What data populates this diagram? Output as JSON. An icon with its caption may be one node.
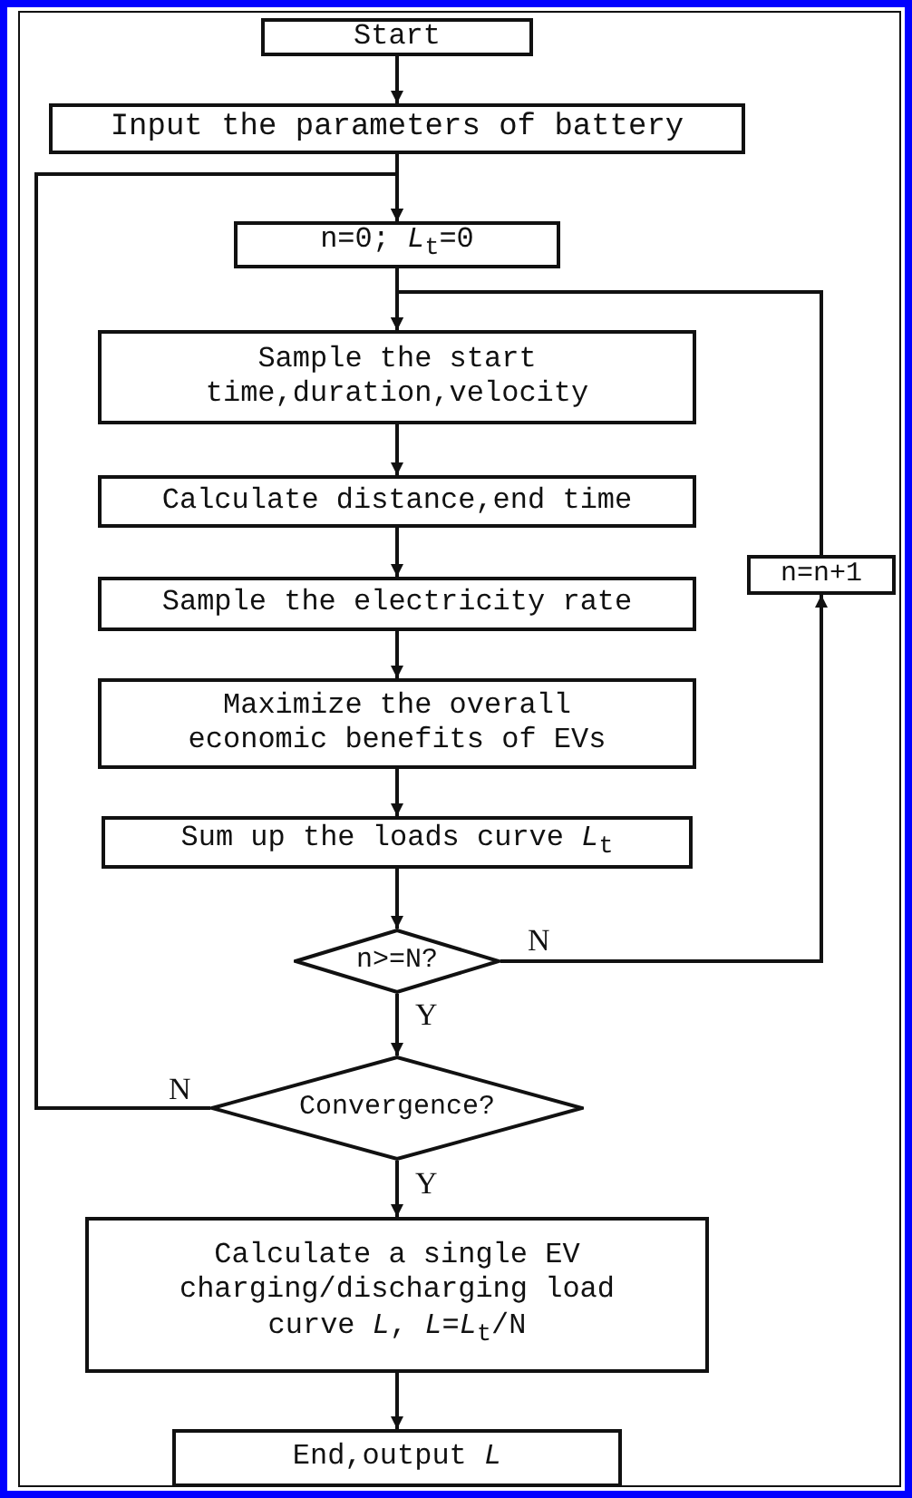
{
  "diagram": {
    "nodes": [
      {
        "text": [
          "Start"
        ]
      },
      {
        "text": [
          "Input the parameters of battery"
        ]
      },
      {
        "text": [
          "n=0; *L*$_{t}$=0"
        ]
      },
      {
        "text": [
          "Sample the start time,duration,velocity"
        ]
      },
      {
        "text": [
          "Calculate distance,end time"
        ]
      },
      {
        "text": [
          "Sample the electricity rate"
        ]
      },
      {
        "text": [
          "Maximize the overall economic benefits of EVs"
        ]
      },
      {
        "text": [
          "Sum up the loads curve *L*$_{t}$"
        ]
      },
      {
        "text": [
          "n>=N?"
        ]
      },
      {
        "text": [
          "n=n+1"
        ]
      },
      {
        "text": [
          "Convergence?"
        ]
      },
      {
        "text": [
          "Calculate a single EV charging/discharging load curve *L*, *L*=*L*$_{t}$/N"
        ]
      },
      {
        "text": [
          "End,output *L*"
        ]
      }
    ],
    "edges": [
      {
        "from": 0,
        "to": 1,
        "arrow": "to"
      },
      {
        "from": 1,
        "to": 2,
        "arrow": "to"
      },
      {
        "from": 2,
        "to": 3,
        "arrow": "to"
      },
      {
        "from": 3,
        "to": 4,
        "arrow": "to"
      },
      {
        "from": 4,
        "to": 5,
        "arrow": "to"
      },
      {
        "from": 5,
        "to": 6,
        "arrow": "to"
      },
      {
        "from": 6,
        "to": 7,
        "arrow": "to"
      },
      {
        "from": 7,
        "to": 8,
        "arrow": "to"
      },
      {
        "from": 8,
        "to": 9,
        "arrow": "to",
        "label": "N"
      },
      {
        "from": 9,
        "to": 3,
        "arrow": "to"
      },
      {
        "from": 8,
        "to": 10,
        "arrow": "to",
        "label": "Y"
      },
      {
        "from": 10,
        "to": 2,
        "arrow": "to",
        "label": "N"
      },
      {
        "from": 10,
        "to": 11,
        "arrow": "to",
        "label": "Y"
      },
      {
        "from": 11,
        "to": 12,
        "arrow": "to"
      }
    ]
  }
}
